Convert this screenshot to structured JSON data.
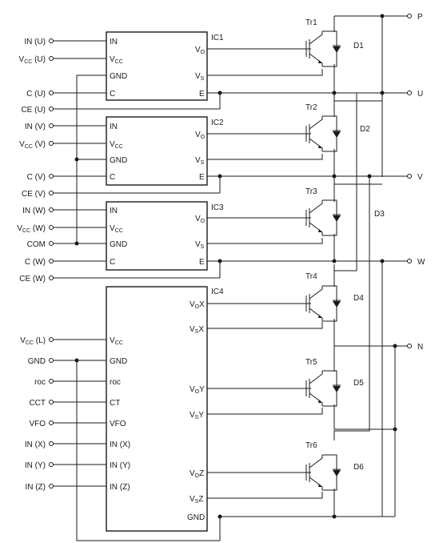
{
  "ext_left": {
    "in_u": "IN (U)",
    "vcc_u": "V",
    "vcc_u_sub": "CC",
    "vcc_u_tail": " (U)",
    "c_u": "C (U)",
    "ce_u": "CE (U)",
    "in_v": "IN (V)",
    "vcc_v": "V",
    "vcc_v_sub": "CC",
    "vcc_v_tail": " (V)",
    "c_v": "C (V)",
    "ce_v": "CE (V)",
    "in_w": "IN (W)",
    "vcc_w": "V",
    "vcc_w_sub": "CC",
    "vcc_w_tail": " (W)",
    "com": "COM",
    "c_w": "C (W)",
    "ce_w": "CE (W)",
    "vcc_l": "V",
    "vcc_l_sub": "CC",
    "vcc_l_tail": " (L)",
    "gnd": "GND",
    "roc": "roc",
    "cct": "CCT",
    "vfo": "VFO",
    "in_x": "IN (X)",
    "in_y": "IN (Y)",
    "in_z": "IN (Z)"
  },
  "ic_names": {
    "ic1": "IC1",
    "ic2": "IC2",
    "ic3": "IC3",
    "ic4": "IC4"
  },
  "pins": {
    "in": "IN",
    "v": "V",
    "cc": "CC",
    "gnd": "GND",
    "c": "C",
    "o": "O",
    "s": "S",
    "e": "E",
    "roc": "roc",
    "ct": "CT",
    "vfo": "VFO",
    "in_x": "IN (X)",
    "in_y": "IN (Y)",
    "in_z": "IN (Z)",
    "x": "X",
    "y": "Y",
    "z": "Z"
  },
  "transistors": {
    "tr1": "Tr1",
    "tr2": "Tr2",
    "tr3": "Tr3",
    "tr4": "Tr4",
    "tr5": "Tr5",
    "tr6": "Tr6"
  },
  "diodes": {
    "d1": "D1",
    "d2": "D2",
    "d3": "D3",
    "d4": "D4",
    "d5": "D5",
    "d6": "D6"
  },
  "outputs": {
    "p": "P",
    "u": "U",
    "v": "V",
    "w": "W",
    "n": "N"
  }
}
